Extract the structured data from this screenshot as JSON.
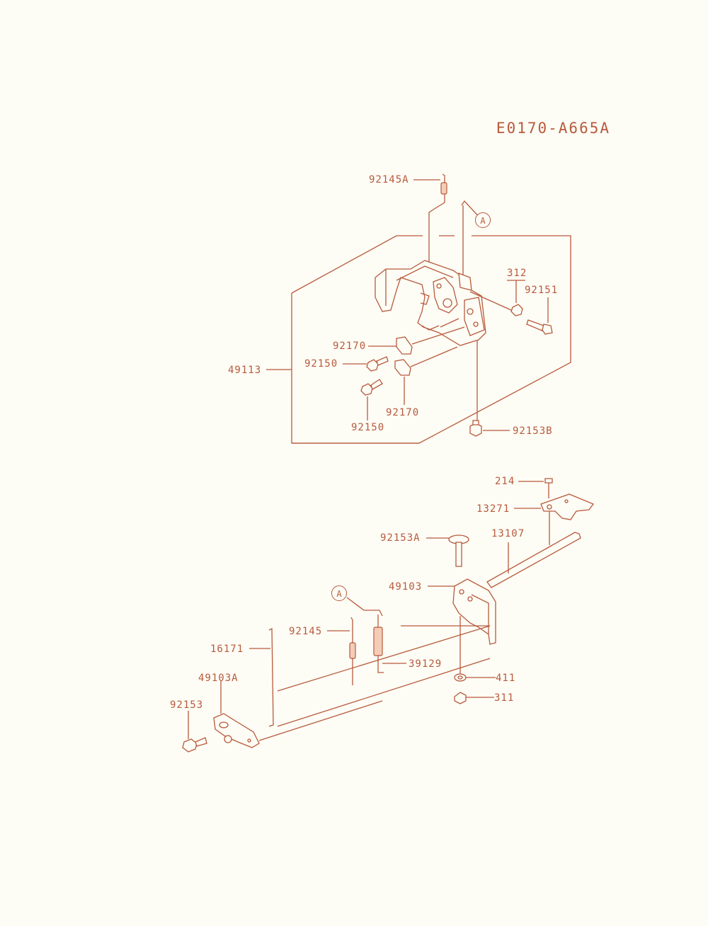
{
  "diagram_code": "E0170-A665A",
  "ref_marker": "A",
  "colors": {
    "line": "#b85a3c",
    "background": "#fdfcf5"
  },
  "callouts": {
    "c92145A": "92145A",
    "c312": "312",
    "c92151": "92151",
    "c92170_top": "92170",
    "c92150_top": "92150",
    "c49113": "49113",
    "c92170_bottom": "92170",
    "c92150_bottom": "92150",
    "c92153B": "92153B",
    "c214": "214",
    "c13271": "13271",
    "c13107": "13107",
    "c92153A": "92153A",
    "c49103": "49103",
    "c92145": "92145",
    "c16171": "16171",
    "c39129": "39129",
    "c49103A": "49103A",
    "c411": "411",
    "c311": "311",
    "c92153": "92153"
  }
}
